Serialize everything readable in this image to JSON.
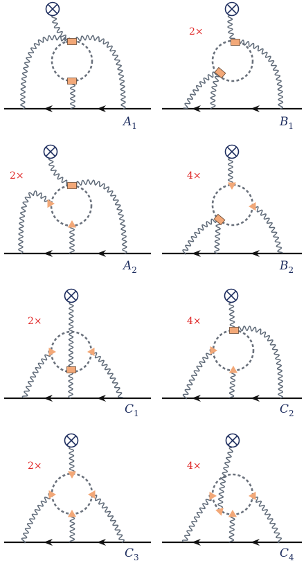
{
  "diagrams": [
    {
      "id": "A1",
      "label": "A",
      "sub": "1",
      "multiplicity": ""
    },
    {
      "id": "B1",
      "label": "B",
      "sub": "1",
      "multiplicity": "2×"
    },
    {
      "id": "A2",
      "label": "A",
      "sub": "2",
      "multiplicity": "2×"
    },
    {
      "id": "B2",
      "label": "B",
      "sub": "2",
      "multiplicity": "4×"
    },
    {
      "id": "C1",
      "label": "C",
      "sub": "1",
      "multiplicity": "2×"
    },
    {
      "id": "C2",
      "label": "C",
      "sub": "2",
      "multiplicity": "4×"
    },
    {
      "id": "C3",
      "label": "C",
      "sub": "3",
      "multiplicity": "2×"
    },
    {
      "id": "C4",
      "label": "C",
      "sub": "4",
      "multiplicity": "4×"
    }
  ]
}
